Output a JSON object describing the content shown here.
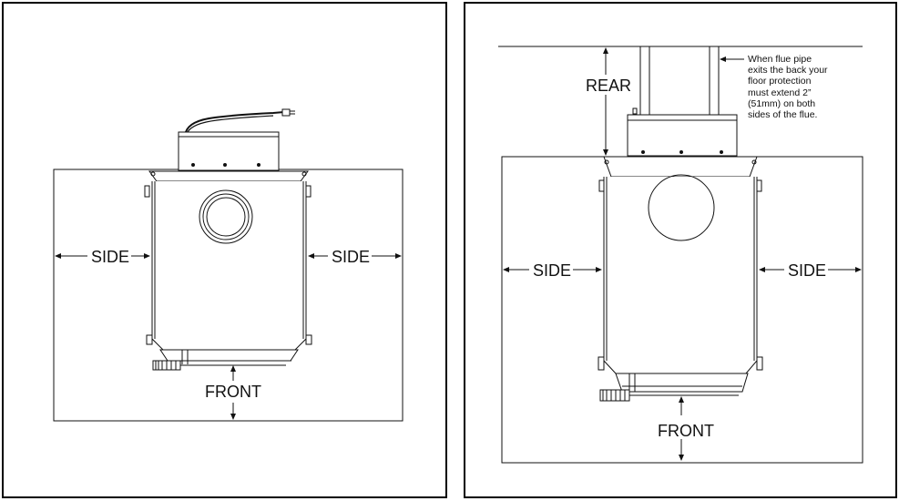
{
  "left_diagram": {
    "labels": {
      "side_left": "SIDE",
      "side_right": "SIDE",
      "front": "FRONT"
    }
  },
  "right_diagram": {
    "labels": {
      "rear": "REAR",
      "side_left": "SIDE",
      "side_right": "SIDE",
      "front": "FRONT"
    },
    "note_lines": [
      "When flue pipe",
      "exits the back your",
      "floor protection",
      "must extend 2”",
      "(51mm) on both",
      "sides of the flue."
    ]
  }
}
